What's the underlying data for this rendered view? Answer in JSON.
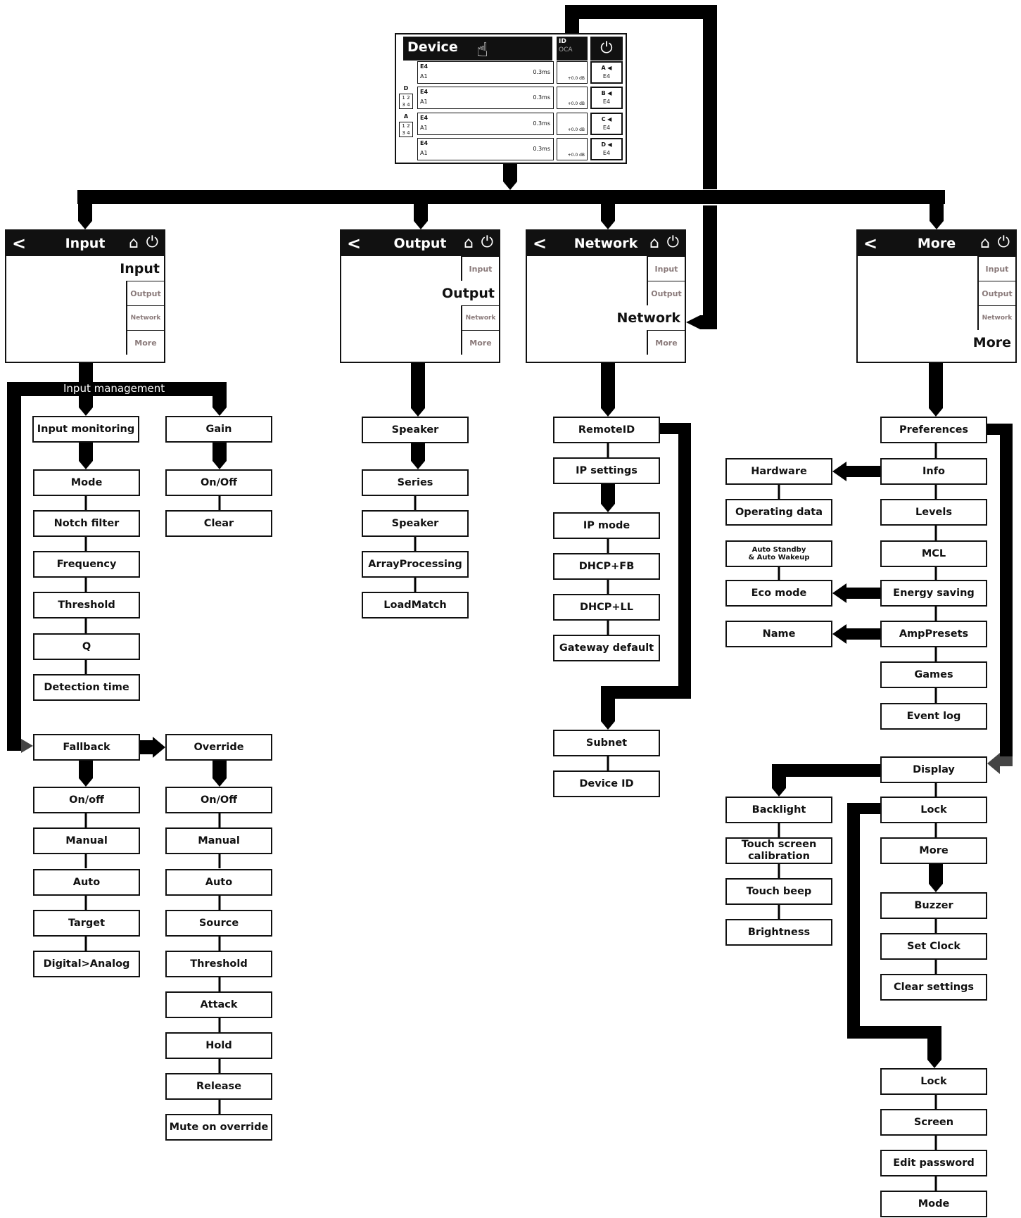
{
  "device_screen": {
    "title": "Device",
    "id_label": "ID",
    "id_value": "OCA",
    "power_icon": "power-icon",
    "rows": [
      {
        "model": "E4",
        "source": "A1",
        "delay": "0.3ms",
        "gain": "+0.0 dB",
        "channel": "A",
        "out_model": "E4"
      },
      {
        "model": "E4",
        "source": "A1",
        "delay": "0.3ms",
        "gain": "+0.0 dB",
        "channel": "B",
        "out_model": "E4"
      },
      {
        "model": "E4",
        "source": "A1",
        "delay": "0.3ms",
        "gain": "+0.0 dB",
        "channel": "C",
        "out_model": "E4"
      },
      {
        "model": "E4",
        "source": "A1",
        "delay": "0.3ms",
        "gain": "+0.0 dB",
        "channel": "D",
        "out_model": "E4"
      }
    ],
    "side_labels": [
      {
        "letter": "D",
        "box_top": "1 2",
        "box_bottom": "3 4"
      },
      {
        "letter": "A",
        "box_top": "1 2",
        "box_bottom": "3 4"
      }
    ]
  },
  "tab_labels": {
    "input": "Input",
    "output": "Output",
    "network": "Network",
    "more": "More"
  },
  "screens": {
    "input": {
      "title": "Input",
      "active": "Input"
    },
    "output": {
      "title": "Output",
      "active": "Output"
    },
    "network": {
      "title": "Network",
      "active": "Network"
    },
    "more": {
      "title": "More",
      "active": "More"
    }
  },
  "input_management_label": "Input management",
  "input_column": {
    "monitoring": "Input monitoring",
    "monitoring_items": [
      "Mode",
      "Notch filter",
      "Frequency",
      "Threshold",
      "Q",
      "Detection time"
    ],
    "gain": "Gain",
    "gain_items": [
      "On/Off",
      "Clear"
    ],
    "fallback": "Fallback",
    "fallback_items": [
      "On/off",
      "Manual",
      "Auto",
      "Target",
      "Digital>Analog"
    ],
    "override": "Override",
    "override_items": [
      "On/Off",
      "Manual",
      "Auto",
      "Source",
      "Threshold",
      "Attack",
      "Hold",
      "Release",
      "Mute on override"
    ]
  },
  "output_column": {
    "speaker": "Speaker",
    "items": [
      "Series",
      "Speaker",
      "ArrayProcessing",
      "LoadMatch"
    ]
  },
  "network_column": {
    "remote_id": "RemoteID",
    "ip_settings": "IP settings",
    "ip_items": [
      "IP mode",
      "DHCP+FB",
      "DHCP+LL",
      "Gateway default"
    ],
    "subnet": "Subnet",
    "device_id": "Device ID"
  },
  "more_column": {
    "preferences": "Preferences",
    "main_items": [
      "Info",
      "Levels",
      "MCL",
      "Energy saving",
      "AmpPresets",
      "Games",
      "Event log"
    ],
    "info_items": [
      "Hardware",
      "Operating data"
    ],
    "energy_items": [
      "Auto Standby\n& Auto Wakeup",
      "Eco mode"
    ],
    "amppresets_items": [
      "Name"
    ],
    "display": "Display",
    "display_items": [
      "Backlight",
      "Touch screen\ncalibration",
      "Touch beep",
      "Brightness"
    ],
    "lock": "Lock",
    "more": "More",
    "more_items": [
      "Buzzer",
      "Set Clock",
      "Clear  settings"
    ],
    "lock_items": [
      "Lock",
      "Screen",
      "Edit password",
      "Mode"
    ]
  }
}
